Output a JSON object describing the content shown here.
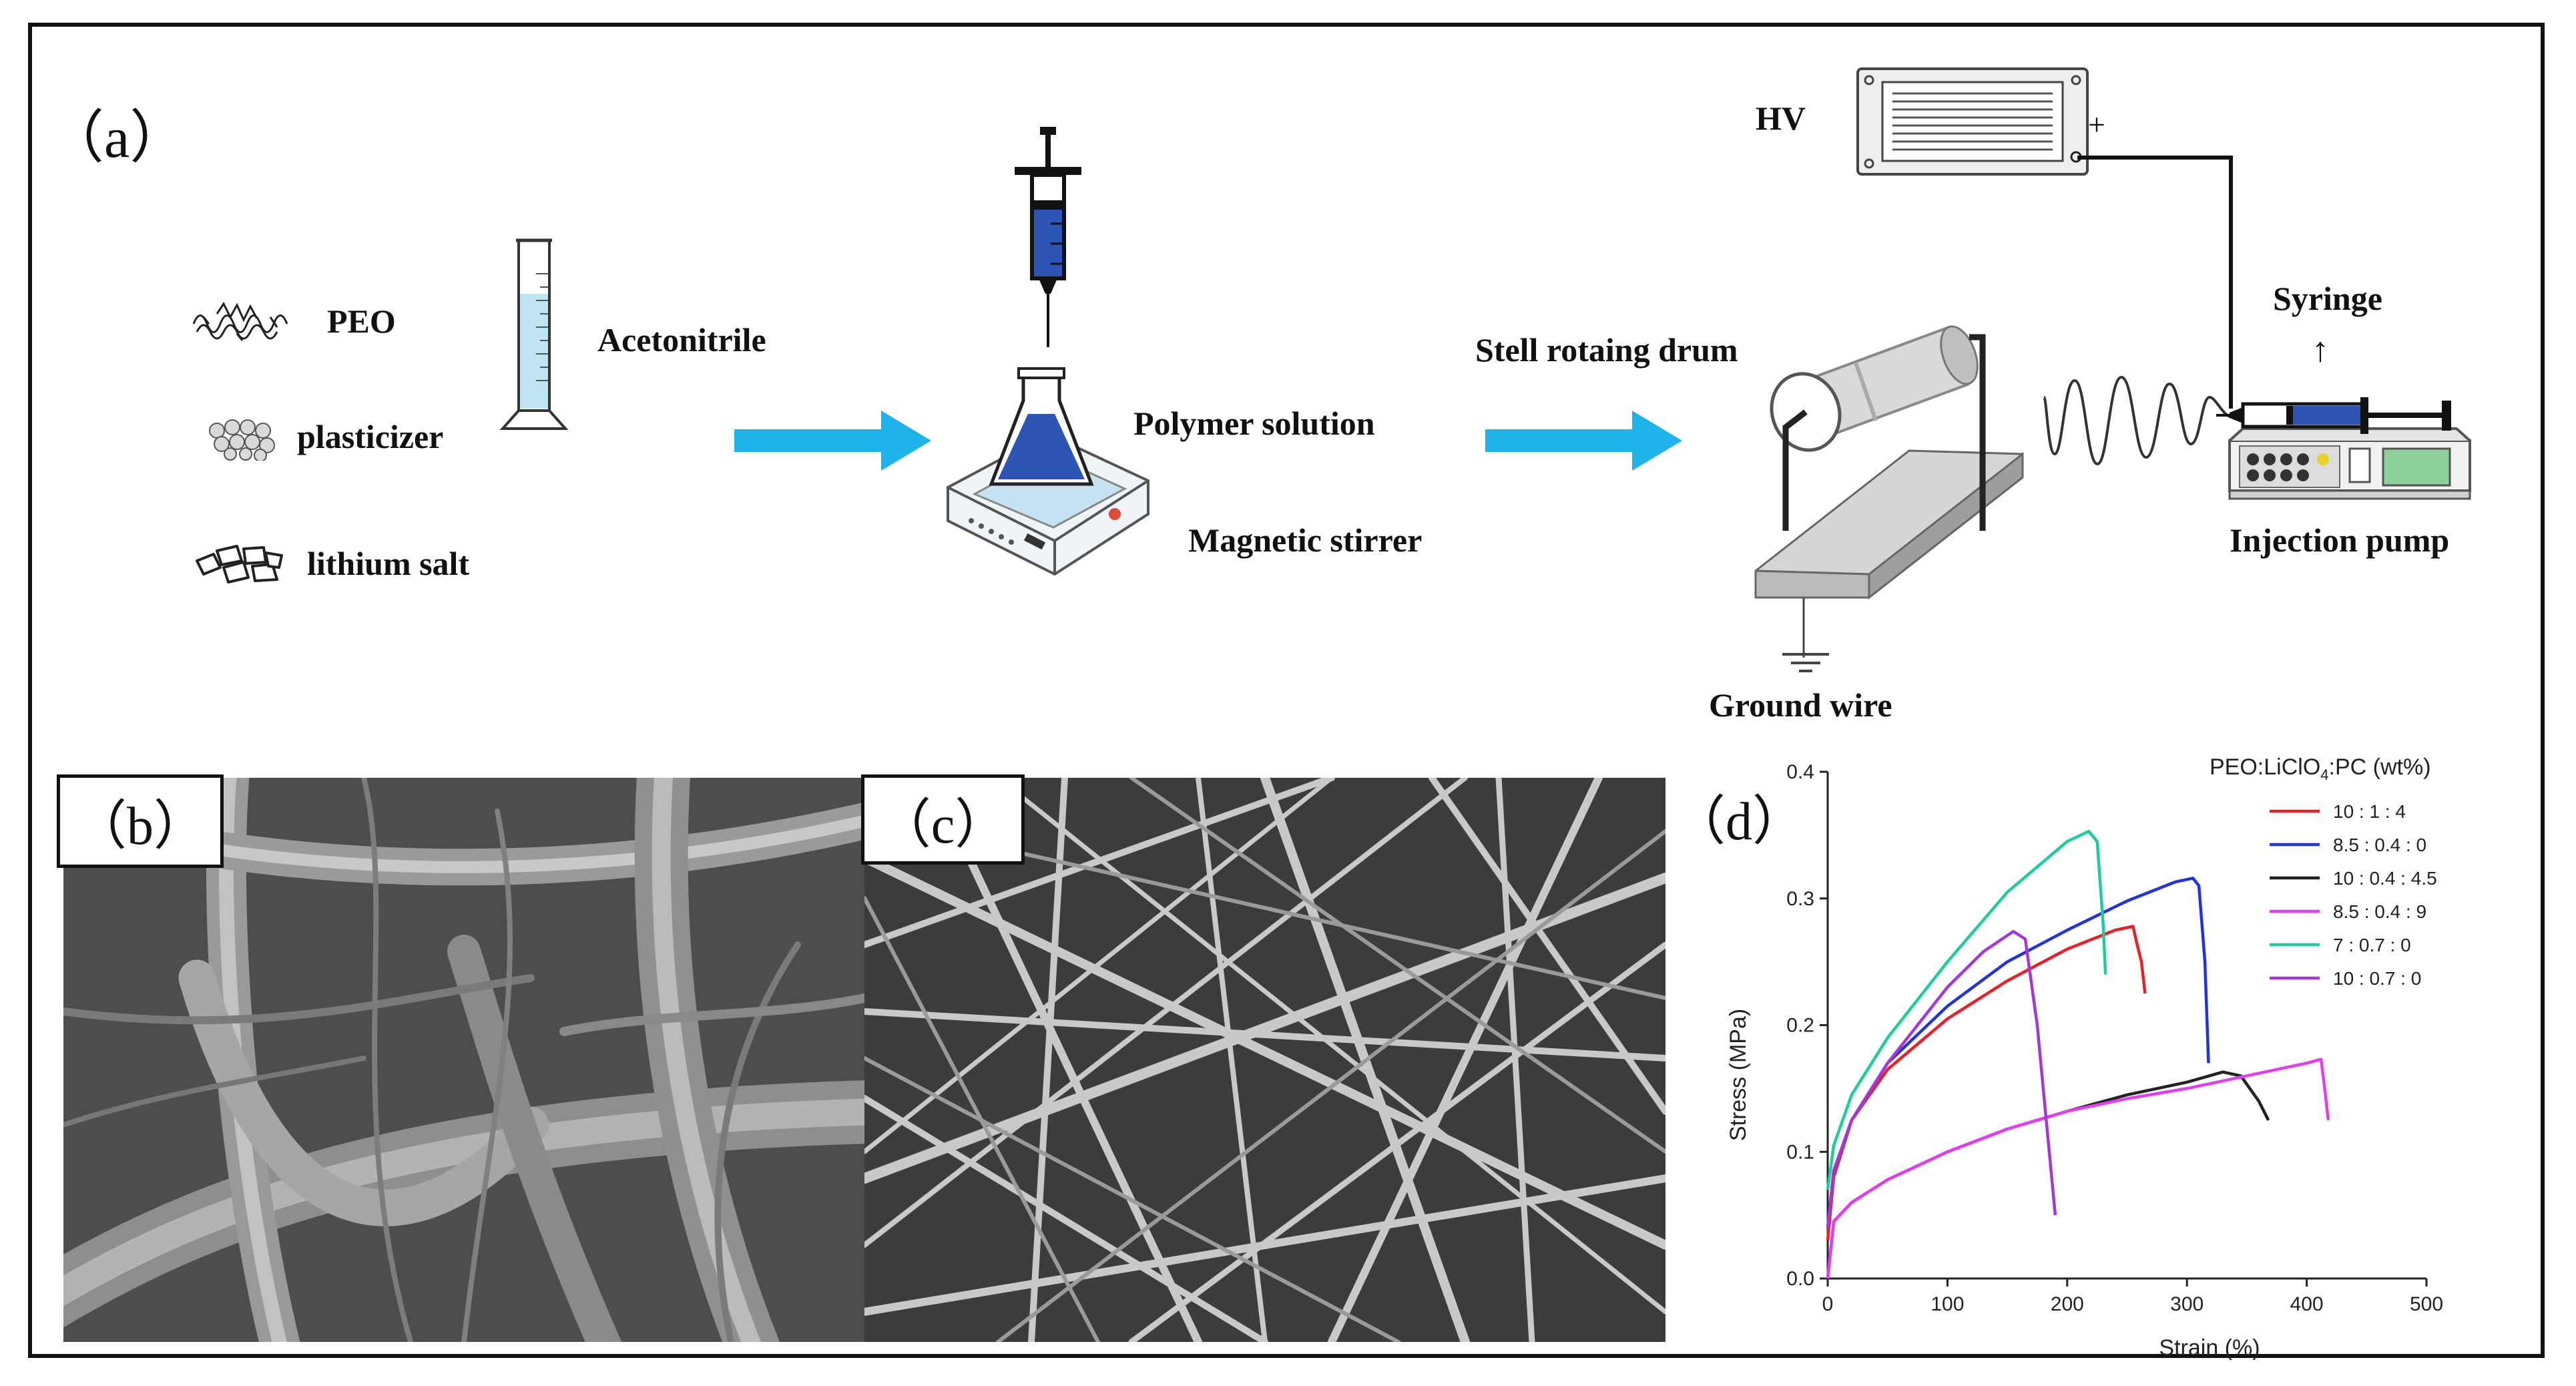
{
  "panel_a": {
    "label": "（a）",
    "materials": {
      "peo": "PEO",
      "plasticizer": "plasticizer",
      "lithium_salt": "lithium salt",
      "solvent": "Acetonitrile"
    },
    "polymer_solution": "Polymer solution",
    "magnetic_stirrer": "Magnetic stirrer",
    "drum": "Stell rotaing drum",
    "ground": "Ground wire",
    "hv": "HV",
    "hv_polarity": "+",
    "syringe": "Syringe",
    "syringe_arrow": "↑",
    "pump": "Injection pump",
    "colors": {
      "arrow": "#1fb3ea",
      "liquid": "#2e54b5"
    }
  },
  "panel_b": {
    "label": "（b）"
  },
  "panel_c": {
    "label": "（c）"
  },
  "panel_d": {
    "label": "（d）"
  },
  "chart_data": {
    "type": "line",
    "xlabel": "Strain (%)",
    "ylabel": "Stress (MPa)",
    "xlim": [
      0,
      500
    ],
    "ylim": [
      0,
      0.4
    ],
    "xticks": [
      0,
      100,
      200,
      300,
      400,
      500
    ],
    "yticks": [
      0.0,
      0.1,
      0.2,
      0.3,
      0.4
    ],
    "ytick_labels": [
      "0.0",
      "0.1",
      "0.2",
      "0.3",
      "0.4"
    ],
    "grid": false,
    "legend_title": "PEO:LiClO4:PC  (wt%)",
    "legend_placement": "top-right",
    "series": [
      {
        "name": "10 : 1 : 4",
        "color": "#e8202a",
        "x": [
          0,
          5,
          20,
          50,
          100,
          150,
          200,
          240,
          255,
          258,
          262,
          265
        ],
        "y": [
          0.03,
          0.08,
          0.125,
          0.165,
          0.205,
          0.235,
          0.26,
          0.275,
          0.278,
          0.265,
          0.25,
          0.225
        ]
      },
      {
        "name": "8.5 : 0.4 : 0",
        "color": "#2234d8",
        "x": [
          0,
          5,
          20,
          50,
          100,
          150,
          200,
          250,
          290,
          305,
          310,
          315,
          318
        ],
        "y": [
          0.04,
          0.085,
          0.125,
          0.17,
          0.215,
          0.25,
          0.275,
          0.298,
          0.313,
          0.316,
          0.31,
          0.25,
          0.17
        ]
      },
      {
        "name": "10 : 0.4 : 4.5",
        "color": "#222222",
        "x": [
          0,
          5,
          20,
          50,
          100,
          150,
          200,
          250,
          300,
          330,
          345,
          360,
          368
        ],
        "y": [
          0.0,
          0.045,
          0.06,
          0.078,
          0.1,
          0.118,
          0.132,
          0.145,
          0.155,
          0.163,
          0.16,
          0.14,
          0.125
        ]
      },
      {
        "name": "8.5 : 0.4 : 9",
        "color": "#e23df2",
        "x": [
          0,
          5,
          20,
          50,
          100,
          150,
          200,
          250,
          300,
          350,
          400,
          412,
          415,
          418
        ],
        "y": [
          0.0,
          0.045,
          0.06,
          0.078,
          0.1,
          0.118,
          0.132,
          0.142,
          0.15,
          0.16,
          0.17,
          0.173,
          0.15,
          0.125
        ]
      },
      {
        "name": "7 : 0.7 : 0",
        "color": "#1fcc9b",
        "x": [
          0,
          5,
          20,
          50,
          100,
          150,
          200,
          218,
          225,
          230,
          232
        ],
        "y": [
          0.07,
          0.105,
          0.145,
          0.19,
          0.25,
          0.305,
          0.345,
          0.353,
          0.345,
          0.28,
          0.24
        ]
      },
      {
        "name": "10 : 0.7 : 0",
        "color": "#a437d6",
        "x": [
          0,
          5,
          20,
          50,
          100,
          130,
          155,
          165,
          175,
          185,
          190
        ],
        "y": [
          0.04,
          0.085,
          0.125,
          0.17,
          0.23,
          0.258,
          0.274,
          0.268,
          0.2,
          0.1,
          0.05
        ]
      }
    ]
  }
}
